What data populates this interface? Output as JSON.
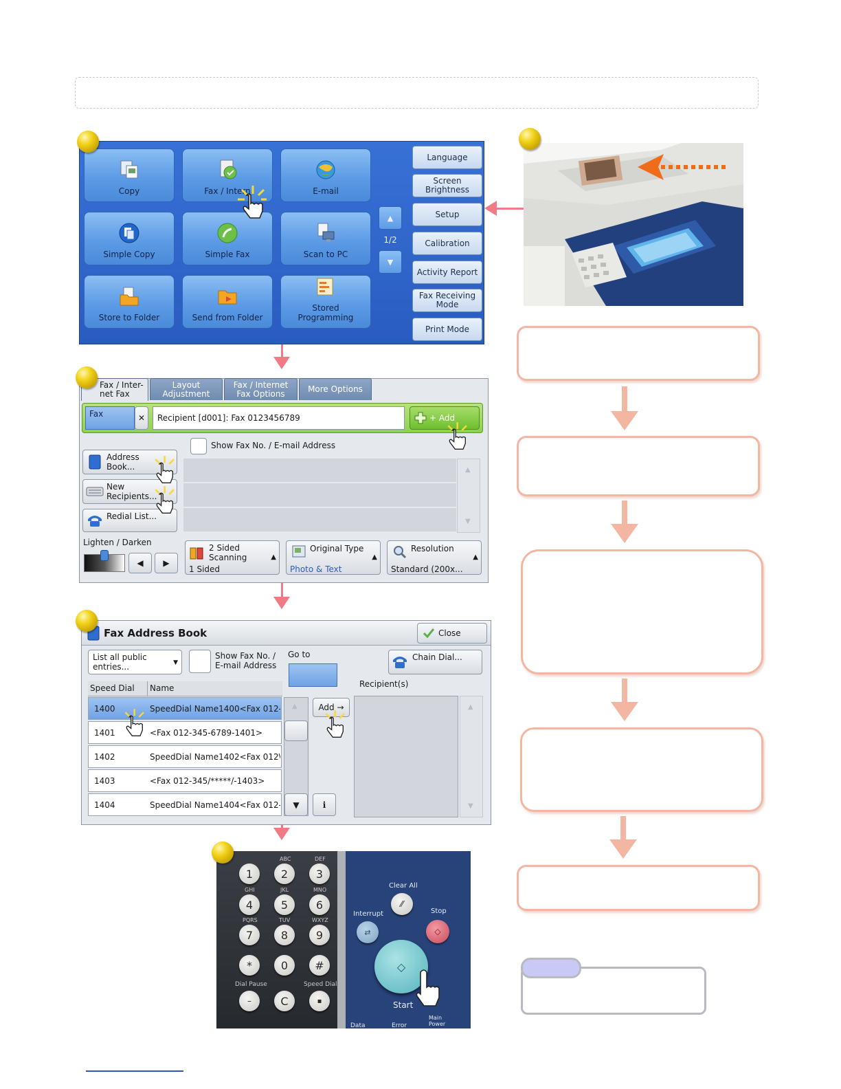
{
  "home_menu": {
    "services": [
      {
        "label": "Copy",
        "icon": "copy-icon"
      },
      {
        "label": "Fax / Intern",
        "icon": "fax-icon"
      },
      {
        "label": "E-mail",
        "icon": "email-icon"
      },
      {
        "label": "Simple Copy",
        "icon": "simple-copy-icon"
      },
      {
        "label": "Simple Fax",
        "icon": "simple-fax-icon"
      },
      {
        "label": "Scan to PC",
        "icon": "scan-to-pc-icon"
      },
      {
        "label": "Store to Folder",
        "icon": "store-folder-icon"
      },
      {
        "label": "Send from Folder",
        "icon": "send-folder-icon"
      },
      {
        "label": "Stored Programming",
        "icon": "stored-programming-icon"
      }
    ],
    "side_buttons": [
      "Language",
      "Screen Brightness",
      "Setup",
      "Calibration",
      "Activity Report",
      "Fax Receiving Mode",
      "Print Mode"
    ],
    "page_indicator": "1/2"
  },
  "fax_screen": {
    "tabs": [
      "Fax / Inter- net Fax",
      "Layout Adjustment",
      "Fax / Internet Fax Options",
      "More Options"
    ],
    "fax_label": "Fax",
    "recipient": "Recipient [d001]: Fax 0123456789",
    "add_label": "+ Add",
    "show_fax_no": "Show Fax No. / E-mail Address",
    "address_book": "Address Book...",
    "new_recipients": "New Recipients...",
    "redial_list": "Redial List...",
    "lighten_darken": "Lighten / Darken",
    "two_sided_title": "2 Sided Scanning",
    "two_sided_value": "1 Sided",
    "original_type_title": "Original Type",
    "original_type_value": "Photo & Text",
    "resolution_title": "Resolution",
    "resolution_value": "Standard (200x..."
  },
  "address_book": {
    "title": "Fax Address Book",
    "close": "Close",
    "list_filter": "List all public entries...",
    "show_fax_no": "Show Fax No. / E-mail Address",
    "go_to": "Go to",
    "chain_dial": "Chain Dial...",
    "recipients_label": "Recipient(s)",
    "col_speed_dial": "Speed Dial",
    "col_name": "Name",
    "add_label": "Add →",
    "rows": [
      {
        "sd": "1400",
        "name": "SpeedDial Name1400<Fax 012-"
      },
      {
        "sd": "1401",
        "name": "<Fax 012-345-6789-1401>"
      },
      {
        "sd": "1402",
        "name": "SpeedDial Name1402<Fax 012\\"
      },
      {
        "sd": "1403",
        "name": "<Fax 012-345/*****/-1403>"
      },
      {
        "sd": "1404",
        "name": "SpeedDial Name1404<Fax 012-"
      }
    ]
  },
  "keypad": {
    "keys": [
      {
        "k": "1",
        "l": ""
      },
      {
        "k": "2",
        "l": "ABC"
      },
      {
        "k": "3",
        "l": "DEF"
      },
      {
        "k": "4",
        "l": "GHI"
      },
      {
        "k": "5",
        "l": "JKL"
      },
      {
        "k": "6",
        "l": "MNO"
      },
      {
        "k": "7",
        "l": "PQRS"
      },
      {
        "k": "8",
        "l": "TUV"
      },
      {
        "k": "9",
        "l": "WXYZ"
      },
      {
        "k": "*",
        "l": ""
      },
      {
        "k": "0",
        "l": ""
      },
      {
        "k": "#",
        "l": ""
      }
    ],
    "dial_pause": "Dial Pause",
    "speed_dial": "Speed Dial",
    "clear_all": "Clear All",
    "interrupt": "Interrupt",
    "stop": "Stop",
    "start": "Start",
    "data": "Data",
    "error": "Error",
    "main_power": "Main Power"
  },
  "colors": {
    "menu_blue": "#2a5cc0",
    "flow_border": "#f2b6a3",
    "pink_arrow": "#f07a86",
    "fax_bar_green": "#8fd14f",
    "selected_row": "#6fa2e5"
  }
}
